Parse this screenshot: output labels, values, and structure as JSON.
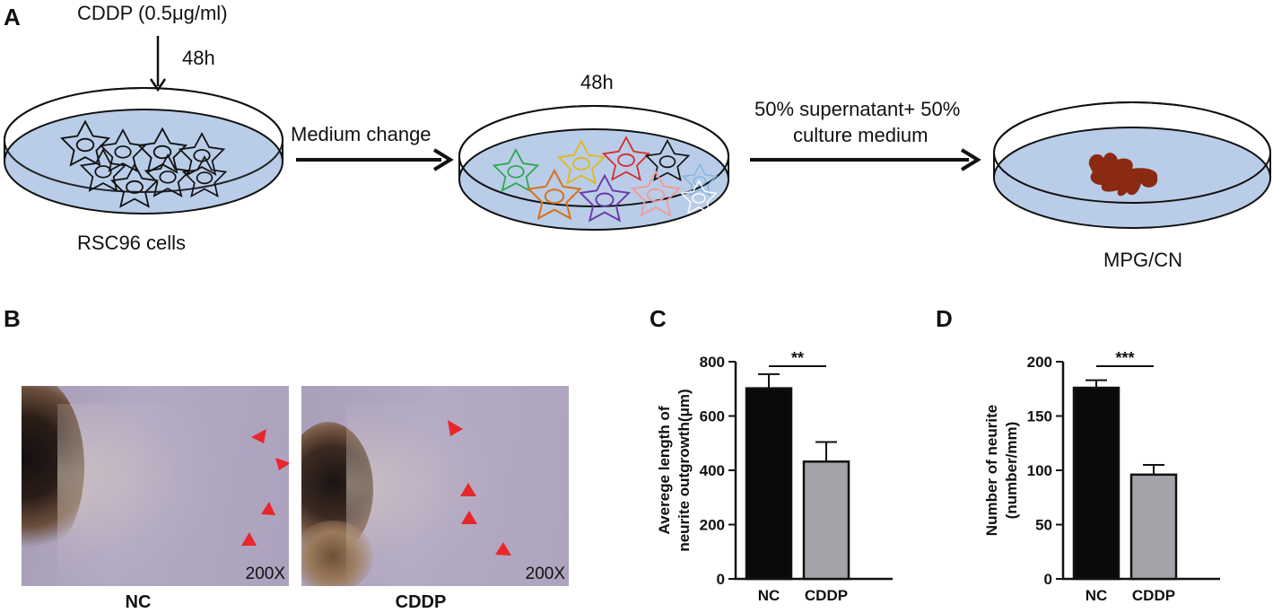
{
  "panels": {
    "a": "A",
    "b": "B",
    "c": "C",
    "d": "D"
  },
  "workflow": {
    "treatment": "CDDP (0.5μg/ml)",
    "time1": "48h",
    "cells": "RSC96 cells",
    "step1": "Medium change",
    "time2": "48h",
    "step2_line1": "50% supernatant+ 50%",
    "step2_line2": "culture medium",
    "target": "MPG/CN"
  },
  "micrographs": [
    {
      "label": "NC",
      "magnification": "200X"
    },
    {
      "label": "CDDP",
      "magnification": "200X"
    }
  ],
  "colors": {
    "dish_fill": "#b9cde8",
    "tissue": "#8a2a12",
    "arrowhead": "#e8262b",
    "bar_nc": "#0a0a0a",
    "bar_cddp": "#a3a3aa"
  },
  "chart_data": [
    {
      "type": "bar",
      "categories": [
        "NC",
        "CDDP"
      ],
      "values": [
        702,
        432
      ],
      "errors": [
        52,
        72
      ],
      "ylabel_line1": "Averege length of",
      "ylabel_line2": "neurite outgrowth(μm)",
      "ylim": [
        0,
        800
      ],
      "yticks": [
        0,
        200,
        400,
        600,
        800
      ],
      "significance": "**"
    },
    {
      "type": "bar",
      "categories": [
        "NC",
        "CDDP"
      ],
      "values": [
        176,
        96
      ],
      "errors": [
        7,
        9
      ],
      "ylabel_line1": "Number of neurite",
      "ylabel_line2": "(number/mm)",
      "ylim": [
        0,
        200
      ],
      "yticks": [
        0,
        50,
        100,
        150,
        200
      ],
      "significance": "***"
    }
  ]
}
